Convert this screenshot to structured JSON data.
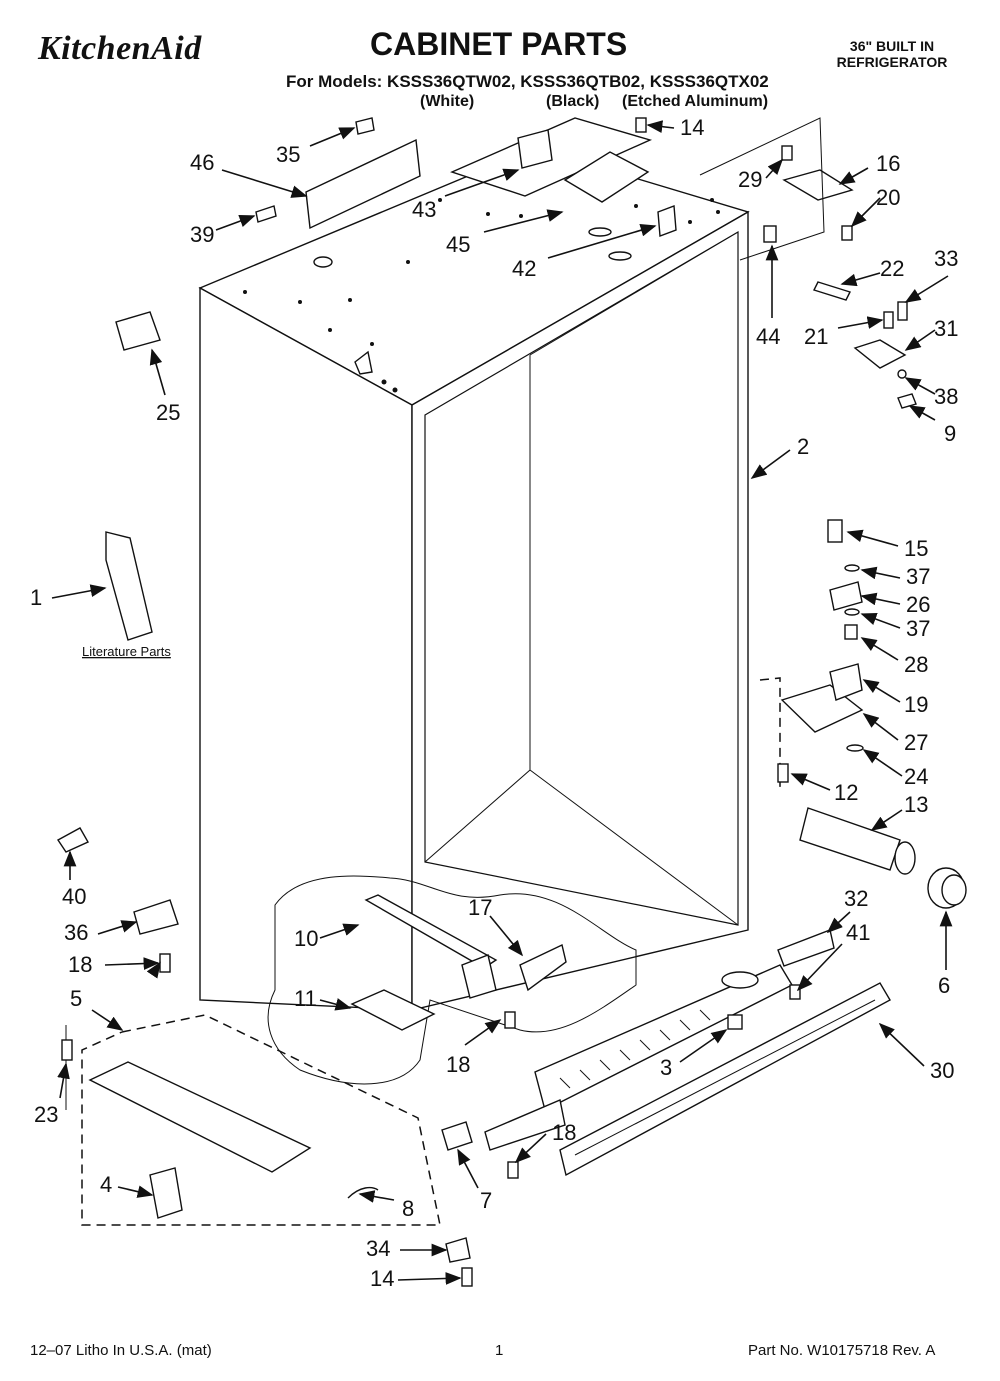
{
  "header": {
    "brand": "KitchenAid",
    "title": "CABINET PARTS",
    "subtitle": [
      "36\" BUILT IN",
      "REFRIGERATOR"
    ],
    "models": "For Models: KSSS36QTW02, KSSS36QTB02, KSSS36QTX02",
    "variants": [
      "(White)",
      "(Black)",
      "(Etched Aluminum)"
    ]
  },
  "diagram": {
    "callouts": [
      "1",
      "2",
      "3",
      "4",
      "5",
      "6",
      "7",
      "8",
      "9",
      "10",
      "11",
      "12",
      "13",
      "14",
      "14",
      "15",
      "16",
      "17",
      "18",
      "18",
      "18",
      "19",
      "20",
      "21",
      "22",
      "23",
      "24",
      "25",
      "26",
      "27",
      "28",
      "29",
      "30",
      "31",
      "32",
      "33",
      "34",
      "35",
      "36",
      "37",
      "37",
      "38",
      "39",
      "40",
      "41",
      "42",
      "43",
      "44",
      "45",
      "46"
    ],
    "literature_label": "Literature Parts"
  },
  "footer": {
    "left": "12–07 Litho In U.S.A. (mat)",
    "center": "1",
    "right": "Part No. W10175718 Rev. A"
  }
}
